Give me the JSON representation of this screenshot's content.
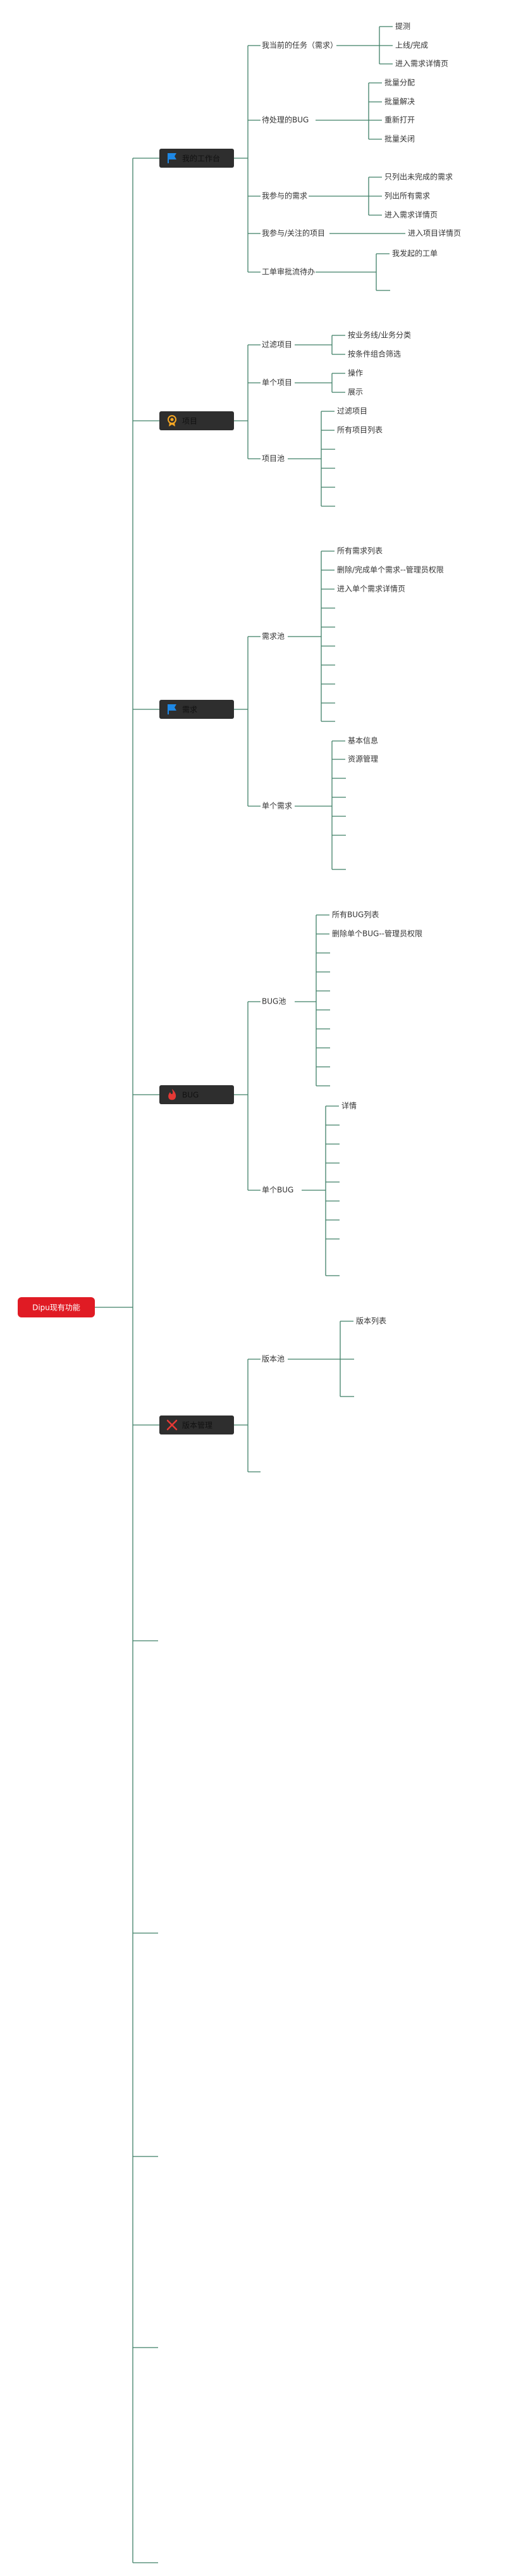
{
  "root": {
    "label": "Dipu现有功能",
    "color": "#e01b24"
  },
  "theme": {
    "line": "#3f7f66",
    "node_bg": "#2e2e2e"
  },
  "categories": [
    {
      "key": "workbench",
      "label": "我的工作台",
      "icon": "flag-icon",
      "icon_color": "#1e88e5",
      "children": [
        {
          "label": "我当前的任务（需求）",
          "children": [
            {
              "label": "提测"
            },
            {
              "label": "上线/完成"
            },
            {
              "label": "进入需求详情页"
            }
          ]
        },
        {
          "label": "待处理的BUG",
          "children": [
            {
              "label": "批量分配"
            },
            {
              "label": "批量解决"
            },
            {
              "label": "重新打开"
            },
            {
              "label": "批量关闭"
            }
          ]
        },
        {
          "label": "我参与的需求",
          "children": [
            {
              "label": "只列出未完成的需求"
            },
            {
              "label": "列出所有需求"
            },
            {
              "label": "进入需求详情页"
            }
          ]
        },
        {
          "label": "我参与/关注的项目",
          "children": [
            {
              "label": "进入项目详情页"
            }
          ]
        },
        {
          "label": "工单审批流待办",
          "children": [
            {
              "label": "我发起的工单"
            },
            {
              "label": ""
            }
          ]
        }
      ]
    },
    {
      "key": "project",
      "label": "项目",
      "icon": "medal-icon",
      "icon_color": "#f5a623",
      "children": [
        {
          "label": "过滤项目",
          "children": [
            {
              "label": "按业务线/业务分类"
            },
            {
              "label": "按条件组合筛选"
            }
          ]
        },
        {
          "label": "单个项目",
          "children": [
            {
              "label": "操作"
            },
            {
              "label": "展示"
            }
          ]
        },
        {
          "label": "项目池",
          "children": [
            {
              "label": "过滤项目"
            },
            {
              "label": "所有项目列表"
            },
            {
              "label": ""
            },
            {
              "label": ""
            },
            {
              "label": ""
            },
            {
              "label": ""
            }
          ]
        }
      ]
    },
    {
      "key": "requirement",
      "label": "需求",
      "icon": "flag-icon",
      "icon_color": "#1e88e5",
      "children": [
        {
          "label": "需求池",
          "children": [
            {
              "label": "所有需求列表"
            },
            {
              "label": "删除/完成单个需求--管理员权限"
            },
            {
              "label": "进入单个需求详情页"
            },
            {
              "label": ""
            },
            {
              "label": ""
            },
            {
              "label": ""
            },
            {
              "label": ""
            },
            {
              "label": ""
            },
            {
              "label": ""
            },
            {
              "label": ""
            }
          ]
        },
        {
          "label": "单个需求",
          "children": [
            {
              "label": "基本信息"
            },
            {
              "label": "资源管理"
            },
            {
              "label": ""
            },
            {
              "label": ""
            },
            {
              "label": ""
            },
            {
              "label": ""
            },
            {
              "label": ""
            }
          ]
        }
      ]
    },
    {
      "key": "bug",
      "label": "BUG",
      "icon": "fire-icon",
      "icon_color": "#e53935",
      "children": [
        {
          "label": "BUG池",
          "children": [
            {
              "label": "所有BUG列表"
            },
            {
              "label": "删除单个BUG--管理员权限"
            },
            {
              "label": ""
            },
            {
              "label": ""
            },
            {
              "label": ""
            },
            {
              "label": ""
            },
            {
              "label": ""
            },
            {
              "label": ""
            },
            {
              "label": ""
            },
            {
              "label": ""
            }
          ]
        },
        {
          "label": "单个BUG",
          "children": [
            {
              "label": "详情"
            },
            {
              "label": ""
            },
            {
              "label": ""
            },
            {
              "label": ""
            },
            {
              "label": ""
            },
            {
              "label": ""
            },
            {
              "label": ""
            },
            {
              "label": ""
            },
            {
              "label": ""
            }
          ]
        }
      ]
    },
    {
      "key": "version",
      "label": "版本管理",
      "icon": "tools-icon",
      "icon_color": "#e53935",
      "children": [
        {
          "label": "版本池",
          "children": [
            {
              "label": "版本列表"
            },
            {
              "label": ""
            },
            {
              "label": ""
            }
          ]
        },
        {
          "label": "",
          "children": []
        }
      ]
    },
    {
      "key": "empty1",
      "label": "",
      "icon": "",
      "icon_color": "",
      "children": []
    },
    {
      "key": "empty2",
      "label": "",
      "icon": "",
      "icon_color": "",
      "children": []
    },
    {
      "key": "empty3",
      "label": "",
      "icon": "",
      "icon_color": "",
      "children": []
    },
    {
      "key": "empty4",
      "label": "",
      "icon": "",
      "icon_color": "",
      "children": []
    },
    {
      "key": "empty5",
      "label": "",
      "icon": "",
      "icon_color": "",
      "children": []
    }
  ]
}
